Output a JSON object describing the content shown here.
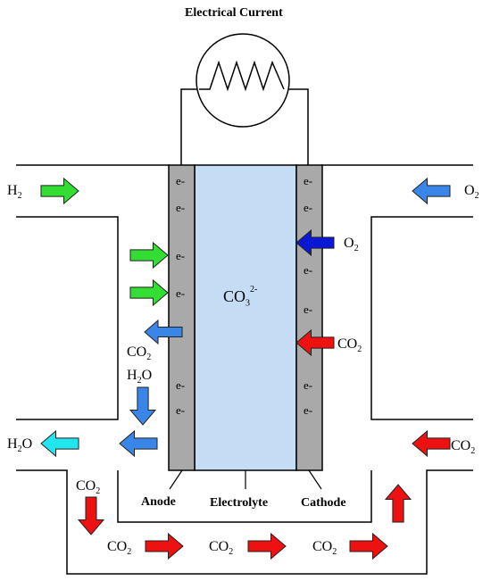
{
  "title": "Electrical Current",
  "electrolyte_ion": {
    "base": "CO",
    "sub": "3",
    "sup": "2-"
  },
  "component_labels": {
    "anode": "Anode",
    "electrolyte": "Electrolyte",
    "cathode": "Cathode"
  },
  "gas_labels": {
    "h2_in": {
      "base": "H",
      "sub": "2"
    },
    "o2_in": {
      "base": "O",
      "sub": "2"
    },
    "o2_cathode": {
      "base": "O",
      "sub": "2"
    },
    "co2_cathode": {
      "base": "CO",
      "sub": "2"
    },
    "co2_anode": {
      "base": "CO",
      "sub": "2"
    },
    "h2o_anode": {
      "base": "H",
      "sub": "2",
      "tail": "O"
    },
    "h2o_out": {
      "base": "H",
      "sub": "2",
      "tail": "O"
    },
    "co2_right_in": {
      "base": "CO",
      "sub": "2"
    },
    "co2_down": {
      "base": "CO",
      "sub": "2"
    },
    "co2_bottom_1": {
      "base": "CO",
      "sub": "2"
    },
    "co2_bottom_2": {
      "base": "CO",
      "sub": "2"
    },
    "co2_bottom_3": {
      "base": "CO",
      "sub": "2"
    }
  },
  "electron_label": "e-",
  "colors": {
    "electrode": "#a9a9a9",
    "electrolyte": "#c5dcf5",
    "arrow_green": "#33dd33",
    "arrow_blue": "#3a86e8",
    "arrow_darkblue": "#0a18d6",
    "arrow_red": "#ee1111",
    "arrow_cyan": "#22e6ee"
  },
  "icons": [
    "resistor-icon",
    "arrow-icon"
  ]
}
